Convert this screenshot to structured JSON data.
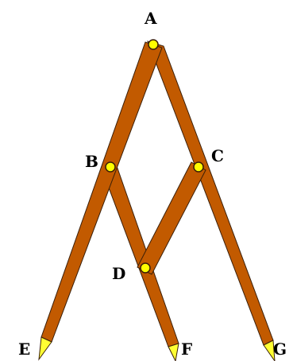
{
  "colors": {
    "bar": "#c25a00",
    "bar_outline": "#3a1f08",
    "pin": "#ffff00",
    "pin_outline": "#3a1f08",
    "tip": "#ffff33",
    "label": "#000000",
    "background": "#ffffff"
  },
  "labels": {
    "A": "A",
    "B": "B",
    "C": "C",
    "D": "D",
    "E": "E",
    "F": "F",
    "G": "G"
  }
}
